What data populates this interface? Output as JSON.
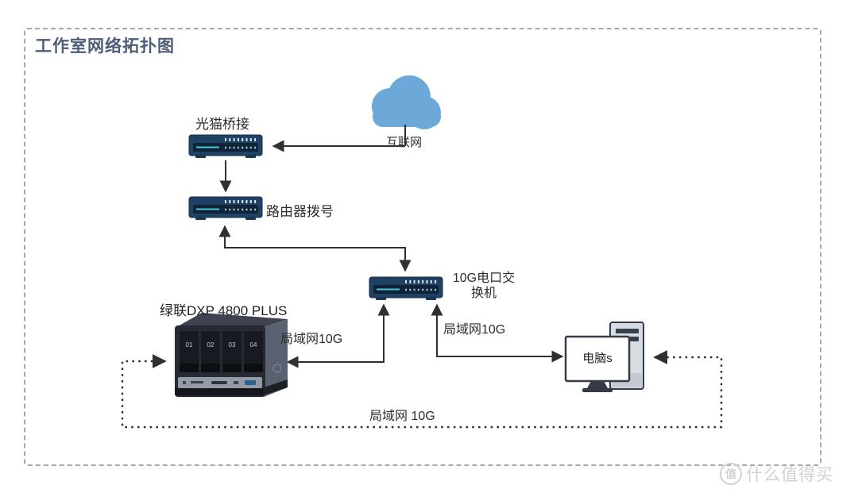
{
  "title": "工作室网络拓扑图",
  "nodes": {
    "internet": {
      "label": "互联网"
    },
    "modem": {
      "label": "光猫桥接"
    },
    "router": {
      "label": "路由器拨号"
    },
    "switch10g": {
      "label_line1": "10G电口交",
      "label_line2": "换机"
    },
    "nas": {
      "label": "绿联DXP 4800 PLUS",
      "bays": [
        "01",
        "02",
        "03",
        "04"
      ]
    },
    "pc": {
      "label": "电脑s"
    }
  },
  "links": {
    "lan_nas_label": "局域网10G",
    "lan_pc_label": "局域网10G",
    "lan_direct_label": "局域网 10G"
  },
  "watermark": {
    "logo": "值",
    "text": "什么值得买"
  },
  "colors": {
    "device_navy": "#1f4164",
    "device_panel": "#0f2437",
    "cloud_blue": "#6ca9d8",
    "line": "#303030",
    "title_text": "#4e5c77",
    "teal_stripe": "#49c4d4"
  }
}
